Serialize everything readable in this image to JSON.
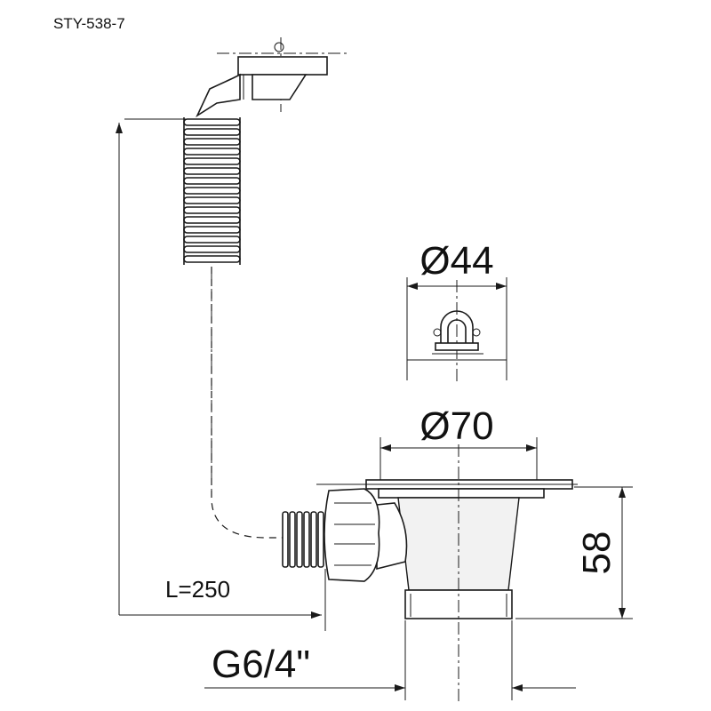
{
  "model_code": "STY-538-7",
  "dimensions": {
    "overflow_diameter": "Ø44",
    "drain_diameter": "Ø70",
    "drain_height": "58",
    "hose_length": "L=250",
    "thread_size": "G6/4\""
  },
  "colors": {
    "line": "#1a1a1a",
    "background": "#ffffff",
    "fill": "#f2f2f2"
  }
}
